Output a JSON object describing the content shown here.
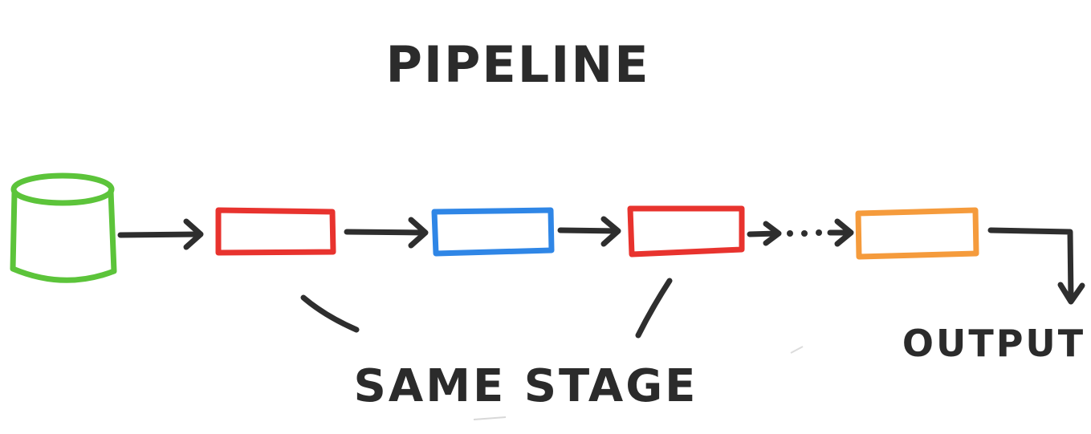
{
  "diagram": {
    "title": "PIPELINE",
    "label_same_stage": "SAME STAGE",
    "label_output": "OUTPUT"
  },
  "colors": {
    "ink": "#2e2e2e",
    "database": "#5cc43a",
    "stage_red": "#e8332e",
    "stage_blue": "#2f86e6",
    "stage_orange": "#f59b3c"
  },
  "nodes": [
    {
      "id": "source",
      "shape": "cylinder",
      "color": "#5cc43a"
    },
    {
      "id": "stage-1",
      "shape": "rectangle",
      "color": "#e8332e"
    },
    {
      "id": "stage-2",
      "shape": "rectangle",
      "color": "#2f86e6"
    },
    {
      "id": "stage-3",
      "shape": "rectangle",
      "color": "#e8332e"
    },
    {
      "id": "stage-n",
      "shape": "rectangle",
      "color": "#f59b3c"
    }
  ]
}
